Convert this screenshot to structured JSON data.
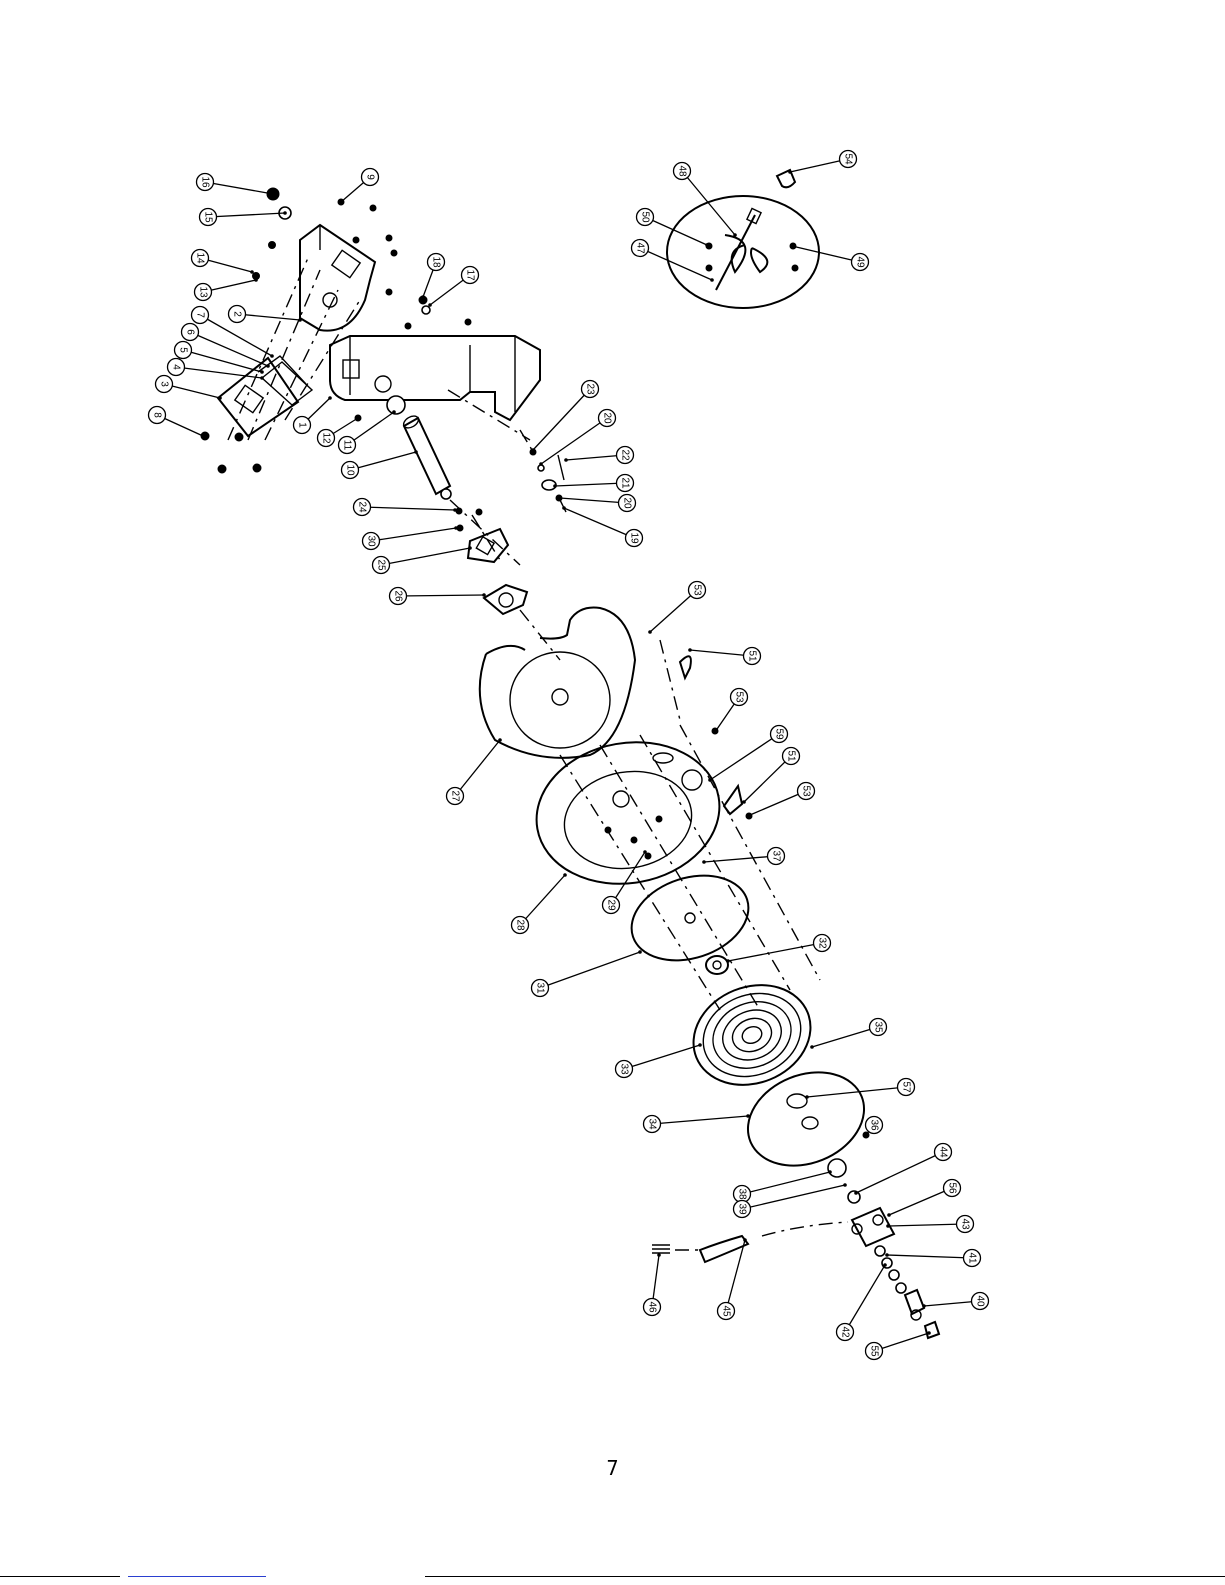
{
  "page_number": "7",
  "callouts": [
    "1",
    "2",
    "3",
    "4",
    "5",
    "6",
    "7",
    "8",
    "9",
    "10",
    "11",
    "12",
    "13",
    "14",
    "15",
    "16",
    "17",
    "18",
    "19",
    "20",
    "21",
    "22",
    "23",
    "24",
    "25",
    "26",
    "27",
    "28",
    "29",
    "30",
    "31",
    "32",
    "33",
    "34",
    "35",
    "36",
    "37",
    "38",
    "39",
    "40",
    "41",
    "42",
    "43",
    "44",
    "45",
    "46",
    "47",
    "48",
    "49",
    "50",
    "51",
    "53",
    "54",
    "55",
    "56",
    "57",
    "59"
  ]
}
